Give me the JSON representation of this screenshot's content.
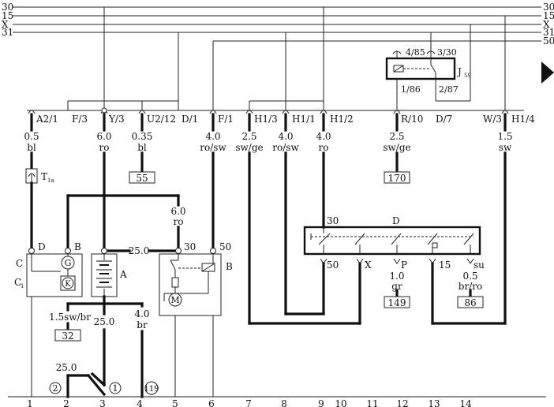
{
  "rails": [
    "30",
    "15",
    "X",
    "31",
    "50"
  ],
  "connectors": [
    {
      "id": "A2/1"
    },
    {
      "id": "F/3"
    },
    {
      "id": "Y/3"
    },
    {
      "id": "U2/12"
    },
    {
      "id": "D/1"
    },
    {
      "id": "F/1"
    },
    {
      "id": "H1/3"
    },
    {
      "id": "H1/1"
    },
    {
      "id": "H1/2"
    },
    {
      "id": "R/10"
    },
    {
      "id": "D/7"
    },
    {
      "id": "W/3"
    },
    {
      "id": "H1/4"
    }
  ],
  "wires": [
    {
      "size": "0.5",
      "color": "bl"
    },
    {
      "size": "6.0",
      "color": "ro"
    },
    {
      "size": "0.35",
      "color": "bl"
    },
    {
      "size": "4.0",
      "color": "ro/sw"
    },
    {
      "size": "2.5",
      "color": "sw/ge"
    },
    {
      "size": "4.0",
      "color": "ro/sw"
    },
    {
      "size": "4.0",
      "color": "ro"
    },
    {
      "size": "2.5",
      "color": "sw/ge"
    },
    {
      "size": "1.5",
      "color": "sw"
    }
  ],
  "relay": {
    "pin_4_85": "4/85",
    "pin_3_30": "3/30",
    "pin_1_86": "1/86",
    "pin_2_87": "2/87",
    "label": "J",
    "label_sub": "59"
  },
  "components": {
    "t1a": "T",
    "t1a_sub": "1a",
    "ref_55": "55",
    "ref_170": "170",
    "ref_32": "32",
    "ref_149": "149",
    "ref_86": "86",
    "wire_6_ro_size": "6.0",
    "wire_6_ro_color": "ro",
    "wire_25_mid": "25.0",
    "gen_label_c": "C",
    "gen_label_c1": "C",
    "gen_label_c1_sub": "1",
    "gen_pin_d": "D",
    "gen_pin_b": "B",
    "gen_g": "G",
    "gen_k": "K",
    "battery_label": "A",
    "starter_pin_30": "30",
    "starter_pin_50": "50",
    "starter_label": "B",
    "starter_m": "M",
    "wire_15swbr": "1.5sw/br",
    "wire_25_batt": "25.0",
    "wire_4br_size": "4.0",
    "wire_4br_color": "br",
    "wire_25_left": "25.0",
    "ground_2": "2",
    "ground_1": "1",
    "ground_119": "119",
    "switch_label": "D",
    "switch_pin_30": "30",
    "switch_out_50": "50",
    "switch_out_x": "X",
    "switch_out_p": "P",
    "switch_out_15": "15",
    "switch_out_su": "su",
    "wire_p_size": "1.0",
    "wire_p_color": "gr",
    "wire_su_size": "0.5",
    "wire_su_color": "br/ro"
  },
  "columns": [
    "1",
    "2",
    "3",
    "4",
    "5",
    "6",
    "7",
    "8",
    "9",
    "10",
    "11",
    "12",
    "13",
    "14"
  ]
}
